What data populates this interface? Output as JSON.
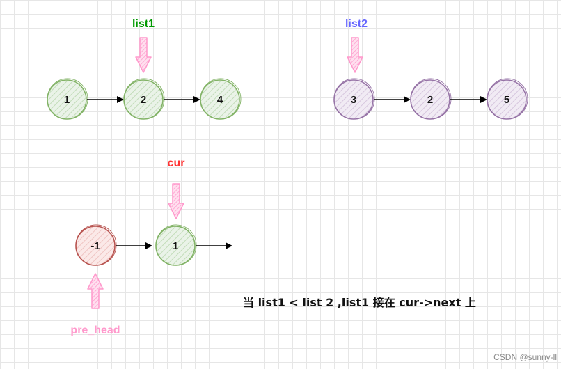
{
  "colors": {
    "green_stroke": "#82b366",
    "green_fill": "#d5e8d4",
    "purple_stroke": "#9673a6",
    "purple_fill": "#e1d5e7",
    "red_stroke": "#b85450",
    "red_fill": "#f8cecc",
    "pink_arrow": "#ff99cc",
    "list1_label": "#009900",
    "list2_label": "#6666ff",
    "cur_label": "#ff3333",
    "pre_head_label": "#ff99cc"
  },
  "list1": {
    "pointer_label": "list1",
    "nodes": [
      "1",
      "2",
      "4"
    ]
  },
  "list2": {
    "pointer_label": "list2",
    "nodes": [
      "3",
      "2",
      "5"
    ]
  },
  "merged": {
    "cur_label": "cur",
    "pre_head_label": "pre_head",
    "nodes": [
      "-1",
      "1"
    ]
  },
  "caption": "当 list1 < list 2 ,list1 接在 cur->next 上",
  "watermark": "CSDN @sunny-ll"
}
